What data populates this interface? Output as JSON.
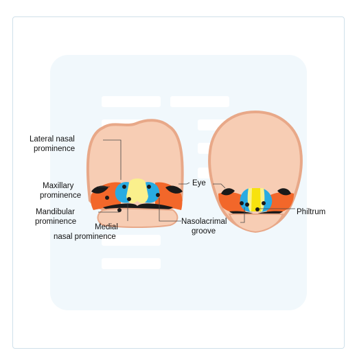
{
  "labels": {
    "lateral_nasal_1": "Lateral nasal",
    "lateral_nasal_2": "prominence",
    "maxillary_1": "Maxillary",
    "maxillary_2": "prominence",
    "mandibular_1": "Mandibular",
    "mandibular_2": "prominence",
    "medial_nasal_1": "Medial",
    "medial_nasal_2": "nasal prominence",
    "eye": "Eye",
    "nasolacrimal_1": "Nasolacrimal",
    "nasolacrimal_2": "groove",
    "philtrum": "Philtrum"
  },
  "colors": {
    "skin": "#f7cdb4",
    "skin_shade": "#e8a888",
    "maxillary": "#f2672a",
    "lateral_nasal": "#29abe2",
    "medial_nasal": "#faf08c",
    "philtrum": "#f7e20e",
    "eye": "#1a1a1a",
    "placeholder_bg": "#f1f8fc"
  }
}
